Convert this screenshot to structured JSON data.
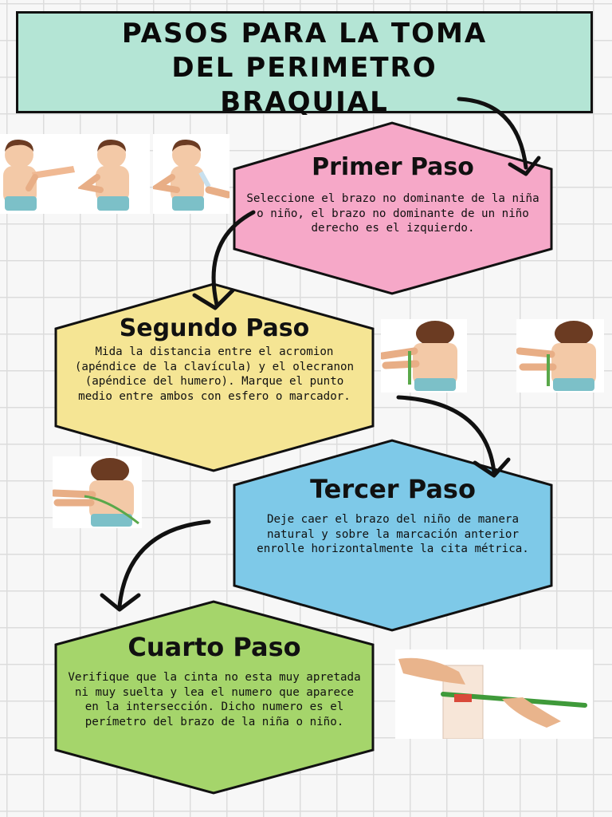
{
  "title": {
    "line1": "PASOS PARA LA TOMA",
    "line2": "DEL PERIMETRO",
    "line3": "BRAQUIAL"
  },
  "colors": {
    "title_bg": "#b4e5d5",
    "step1": "#f6a8c8",
    "step2": "#f5e594",
    "step3": "#7ec9e8",
    "step4": "#a5d56b"
  },
  "steps": [
    {
      "heading": "Primer Paso",
      "text": "Seleccione el brazo no dominante de la niña o niño, el brazo no dominante de un niño derecho es el izquierdo."
    },
    {
      "heading": "Segundo Paso",
      "text": "Mida la distancia entre el acromion (apéndice de la clavícula) y el olecranon (apéndice del humero). Marque el punto medio entre ambos con esfero o marcador."
    },
    {
      "heading": "Tercer Paso",
      "text": "Deje caer el brazo del niño de manera natural y sobre la marcación anterior enrolle horizontalmente la cita métrica."
    },
    {
      "heading": "Cuarto Paso",
      "text": "Verifique que la cinta no esta muy apretada ni muy suelta y lea el numero que aparece en la intersección. Dicho numero es el perímetro del brazo de la niña o niño."
    }
  ],
  "images": [
    "child-front-pointing-shoulder",
    "child-front-arm-bent",
    "child-front-arm-measure",
    "child-back-measuring-tape",
    "child-back-marking",
    "child-back-arm-tape",
    "arm-tape-reading"
  ]
}
